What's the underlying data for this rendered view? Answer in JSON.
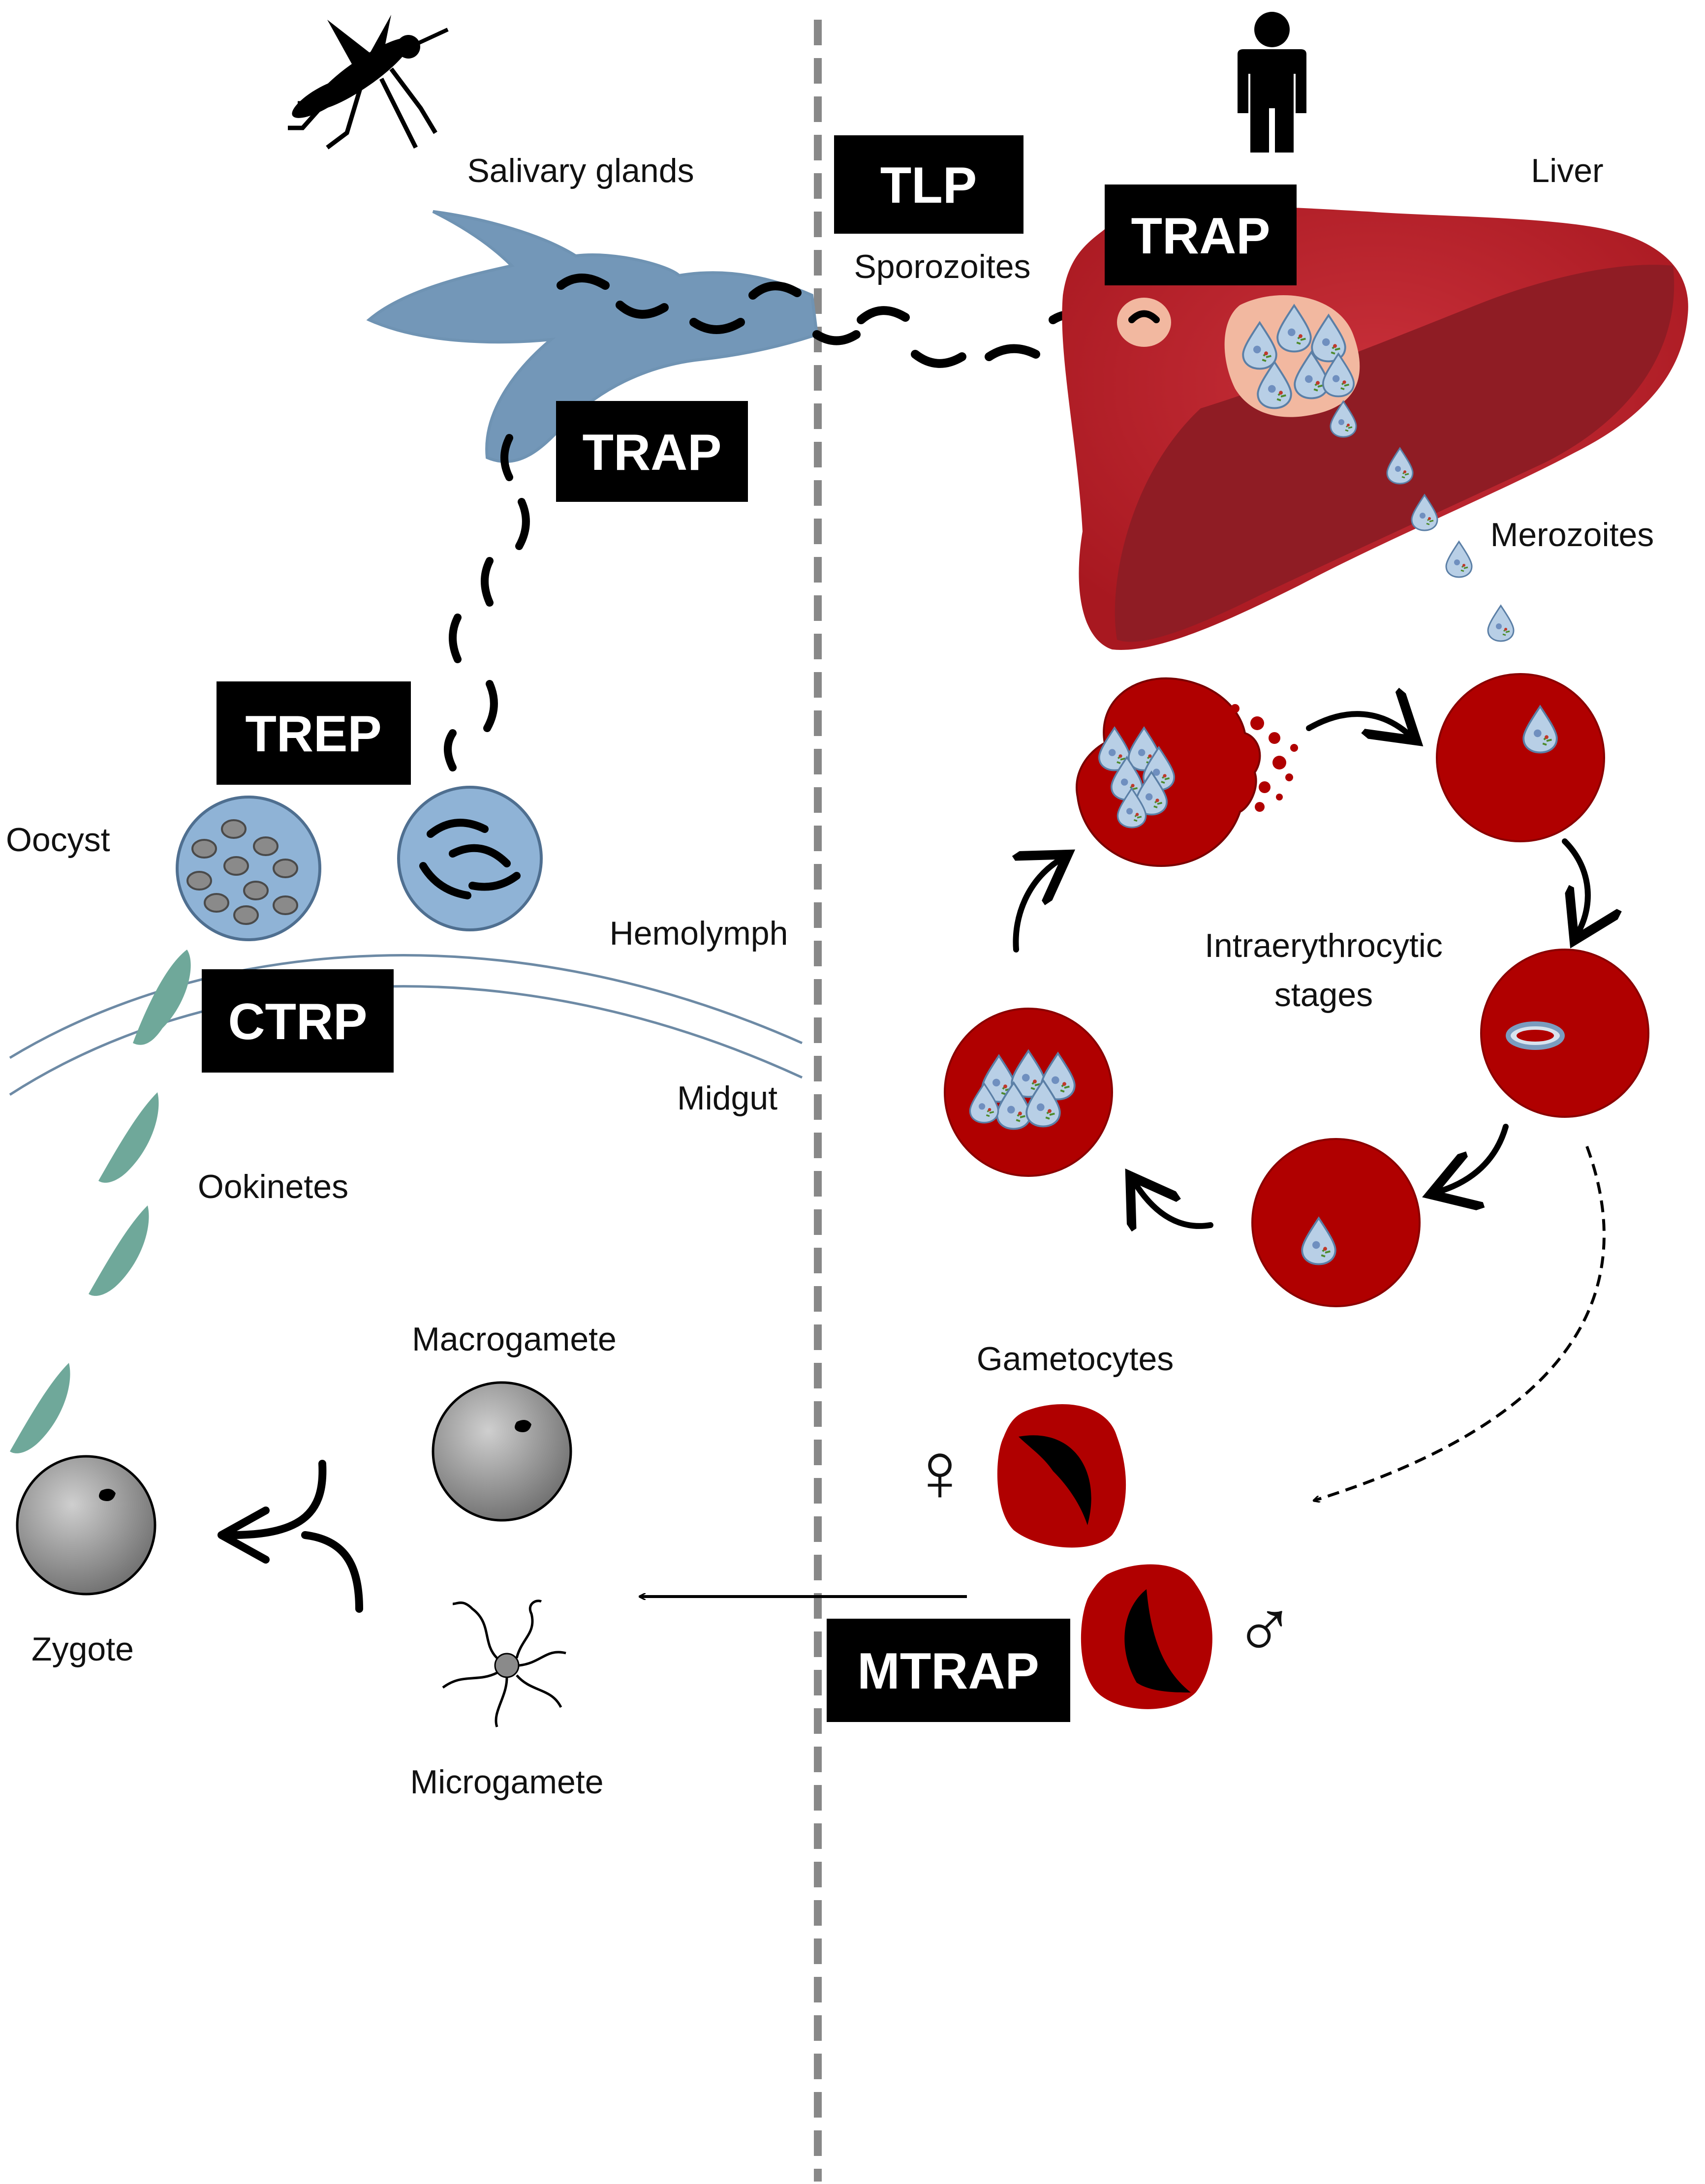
{
  "labels": {
    "salivary_glands": "Salivary glands",
    "sporozoites": "Sporozoites",
    "liver": "Liver",
    "merozoites": "Merozoites",
    "intraerythrocytic_line1": "Intraerythrocytic",
    "intraerythrocytic_line2": "stages",
    "oocyst": "Oocyst",
    "hemolymph": "Hemolymph",
    "midgut": "Midgut",
    "ookinetes": "Ookinetes",
    "macrogamete": "Macrogamete",
    "microgamete": "Microgamete",
    "zygote": "Zygote",
    "gametocytes": "Gametocytes"
  },
  "proteins": {
    "tlp": "TLP",
    "trap_liver": "TRAP",
    "trap_salivary": "TRAP",
    "trep": "TREP",
    "ctrp": "CTRP",
    "mtrap": "MTRAP"
  },
  "symbols": {
    "female": "♀",
    "male": "♂"
  },
  "icons": {
    "host_vector": "mosquito-icon",
    "host_human": "human-icon"
  },
  "colors": {
    "label_box": "#000000",
    "salivary_gland": "#6f93b3",
    "liver": "#b8202a",
    "liver_shadow": "#8c1a22",
    "rbc": "#b00000",
    "merozoite": "#b8cfe6",
    "oocyst": "#8fb3d6",
    "ookinete": "#6fa89a",
    "gamete": "#8a8a8a",
    "divider": "#888888"
  }
}
